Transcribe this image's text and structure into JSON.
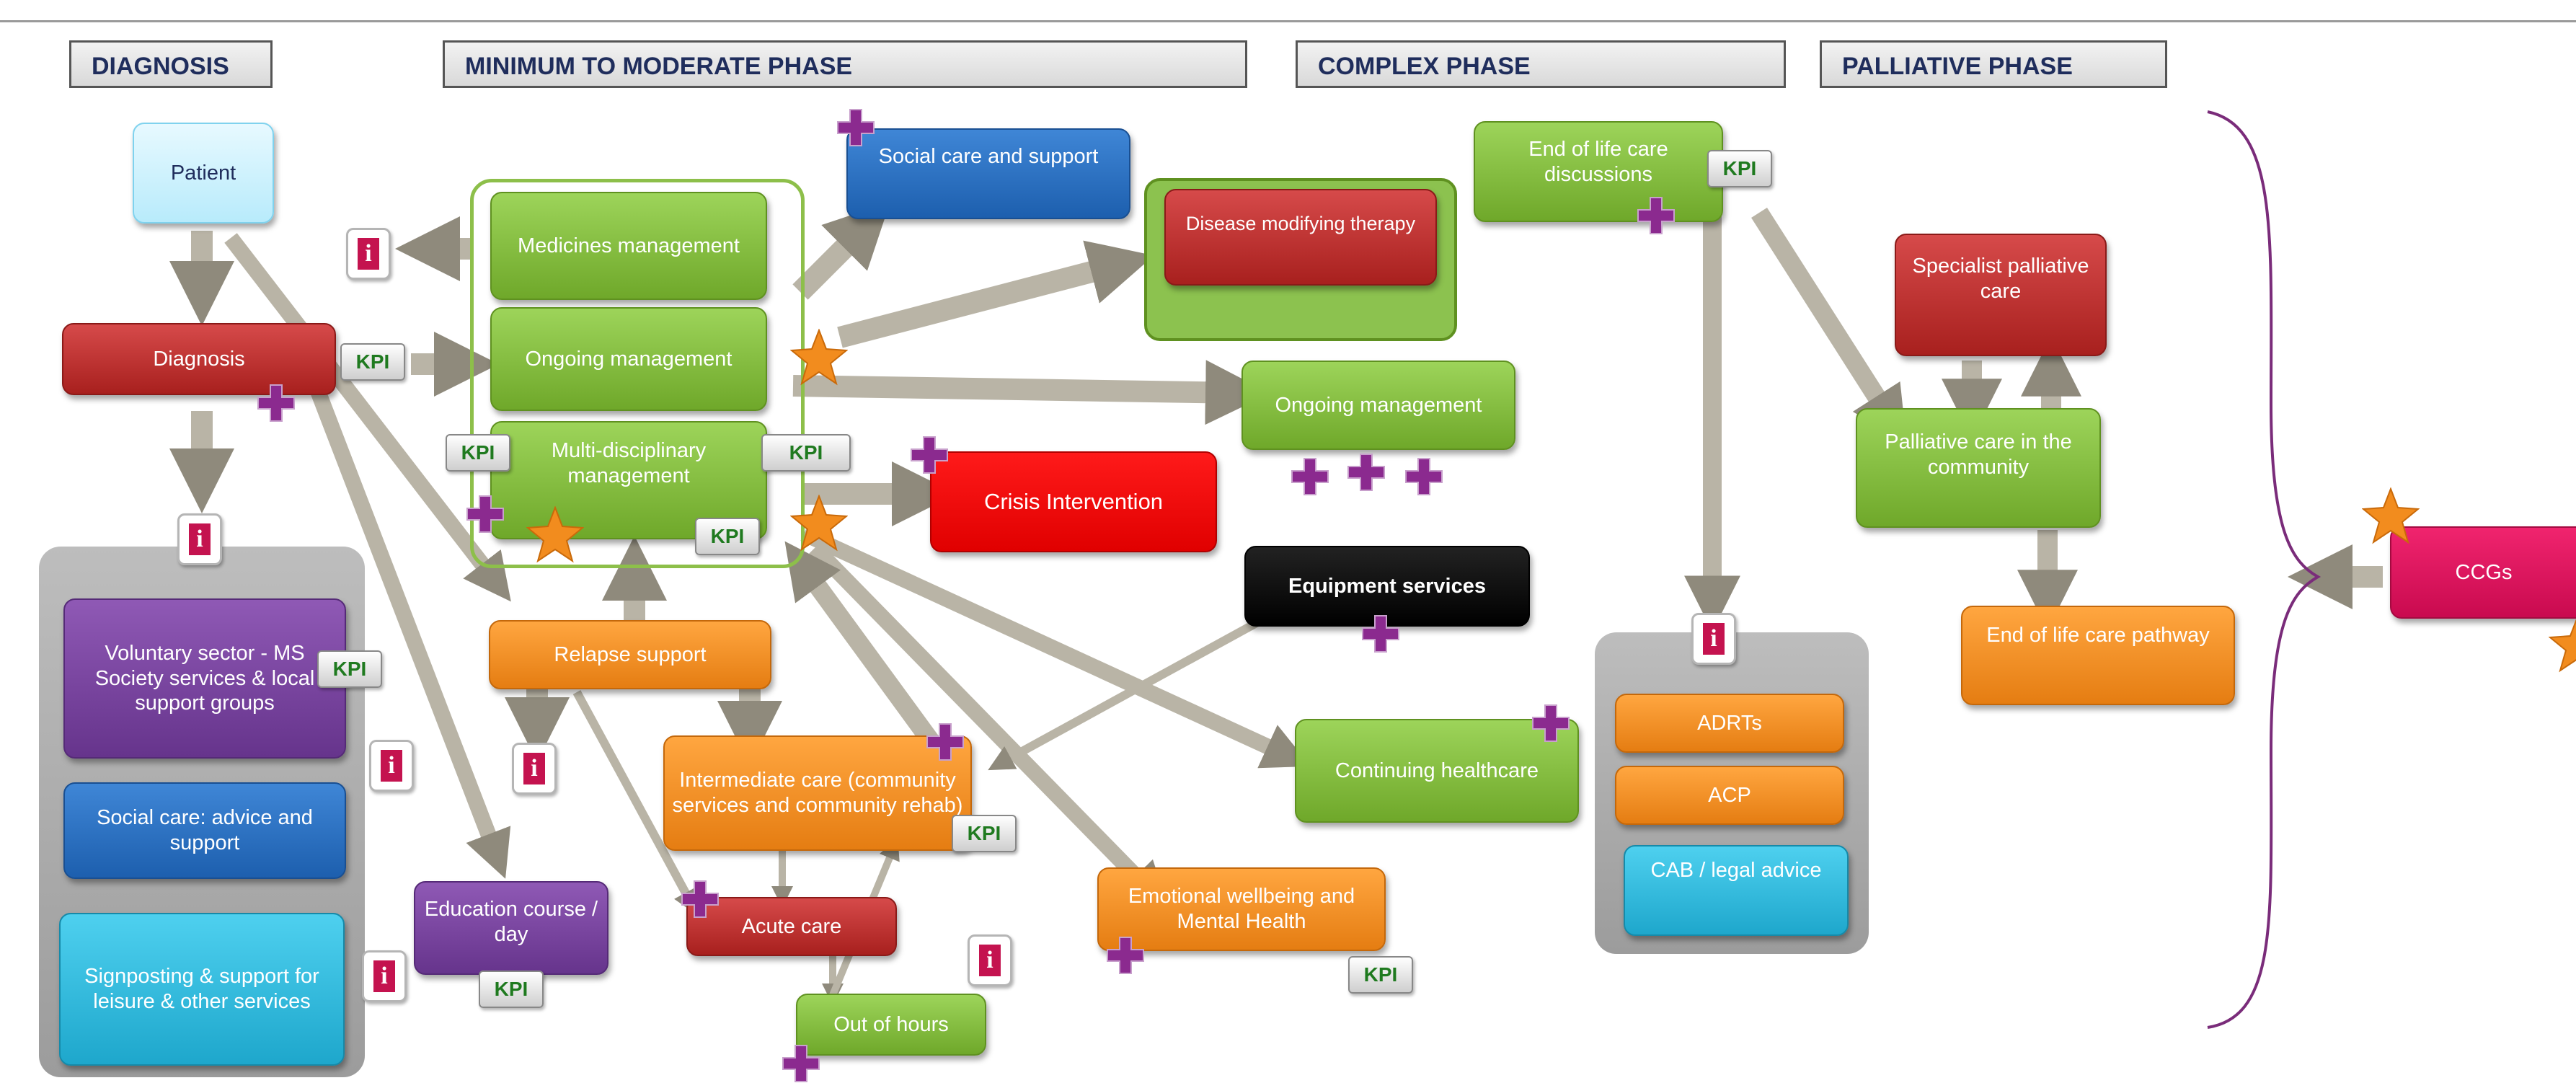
{
  "phases": {
    "diagnosis": "DIAGNOSIS",
    "min_mod": "MINIMUM TO MODERATE PHASE",
    "complex": "COMPLEX PHASE",
    "palliative": "PALLIATIVE PHASE"
  },
  "nodes": {
    "patient": "Patient",
    "diagnosis": "Diagnosis",
    "voluntary": "Voluntary sector - MS Society services & local support groups",
    "social_advice": "Social care: advice and support",
    "signposting": "Signposting & support for leisure & other services",
    "education": "Education course / day",
    "medicines": "Medicines management",
    "ongoing1": "Ongoing management",
    "mdm": "Multi-disciplinary management",
    "relapse": "Relapse support",
    "intermediate": "Intermediate care (community services and community rehab)",
    "acute": "Acute care",
    "out_of_hours": "Out of hours",
    "social_care": "Social care and support",
    "dmt": "Disease modifying therapy",
    "ongoing2": "Ongoing management",
    "crisis": "Crisis Intervention",
    "equipment": "Equipment services",
    "continuing": "Continuing healthcare",
    "emotional": "Emotional wellbeing and Mental Health",
    "eol_discussions": "End of life care discussions",
    "adrts": "ADRTs",
    "acp": "ACP",
    "cab": "CAB / legal advice",
    "specialist": "Specialist palliative care",
    "palliative_comm": "Palliative care in the community",
    "eol_pathway": "End of life care pathway",
    "ccgs": "CCGs"
  },
  "kpi_label": "KPI",
  "info_glyph": "i",
  "colors": {
    "green": "#7fb83a",
    "red": "#b82a28",
    "bright_red": "#ff0000",
    "orange": "#f28c1e",
    "blue": "#2a6fc2",
    "purple": "#7a44a0",
    "cyan": "#2cb8dc",
    "pink": "#e0145f",
    "plus_icon": "#8b2a8f",
    "star_icon": "#f28c1e",
    "kpi_text": "#1f7a1f",
    "info_icon": "#c4134f"
  }
}
